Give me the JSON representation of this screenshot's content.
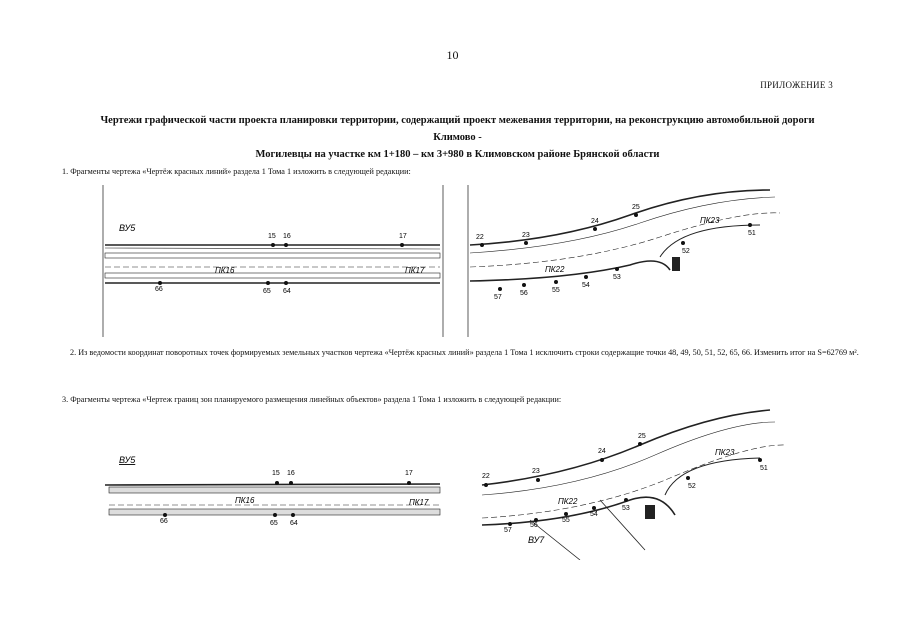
{
  "page_number": "10",
  "appendix_label": "ПРИЛОЖЕНИЕ 3",
  "title": {
    "line1": "Чертежи графической части проекта планировки территории, содержащий проект межевания территории, на реконструкцию автомобильной дороги Климово -",
    "line2": "Могилевцы на участке км 1+180 – км 3+980 в Климовском районе Брянской области"
  },
  "paragraphs": [
    "1. Фрагменты чертежа «Чертёж красных линий» раздела 1 Тома 1 изложить в следующей редакции:",
    "2. Из ведомости координат поворотных точек формируемых земельных участков чертежа «Чертёж красных линий» раздела 1 Тома 1 исключить строки содержащие точки 48, 49, 50, 51, 52, 65, 66. Изменить итог на S=62769 м².",
    "3. Фрагменты чертежа «Чертеж границ зон планируемого размещения линейных объектов» раздела 1 Тома 1 изложить в следующей редакции:"
  ],
  "drawings": {
    "fig1_left": {
      "label_vu": "ВУ5",
      "pk_a": "ПК16",
      "pk_b": "ПК17",
      "points_top": [
        "15",
        "16",
        "17"
      ],
      "points_bottom": [
        "66",
        "65",
        "64"
      ]
    },
    "fig1_right": {
      "pk_a": "ПК22",
      "pk_b": "ПК23",
      "points_top": [
        "22",
        "23",
        "24",
        "25"
      ],
      "points_bottom": [
        "57",
        "56",
        "55",
        "54",
        "53",
        "52",
        "51"
      ]
    },
    "fig2_left": {
      "label_vu": "ВУ5",
      "pk_a": "ПК16",
      "pk_b": "ПК17",
      "points_top": [
        "15",
        "16",
        "17"
      ],
      "points_bottom": [
        "66",
        "65",
        "64"
      ]
    },
    "fig2_right": {
      "label_vu": "ВУ7",
      "pk_a": "ПК22",
      "pk_b": "ПК23",
      "points_top": [
        "22",
        "23",
        "24",
        "25"
      ],
      "points_bottom": [
        "57",
        "56",
        "55",
        "54",
        "53",
        "52",
        "51"
      ]
    }
  }
}
